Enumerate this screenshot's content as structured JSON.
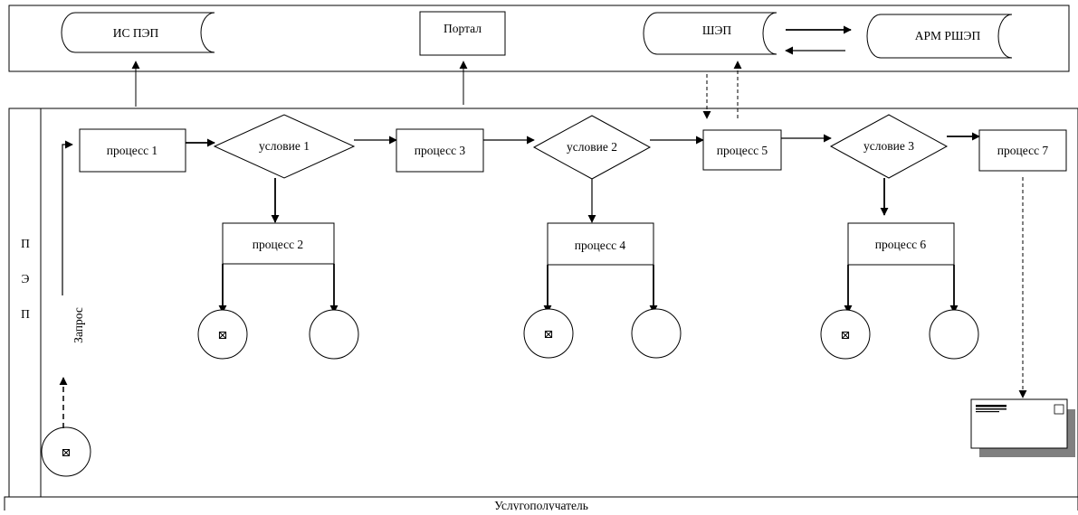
{
  "systems": {
    "is_pep": "ИС ПЭП",
    "portal": "Портал",
    "shep": "ШЭП",
    "arm_rshep": "АРМ РШЭП"
  },
  "lane": {
    "title_letters": [
      "П",
      "Э",
      "П"
    ],
    "request_label": "Запрос",
    "bottom_label": "Услугополучатель"
  },
  "process": {
    "p1": "процесс 1",
    "p2": "процесс 2",
    "p3": "процесс 3",
    "p4": "процесс 4",
    "p5": "процесс 5",
    "p6": "процесс 6",
    "p7": "процесс 7"
  },
  "conditions": {
    "c1": "условие 1",
    "c2": "условие 2",
    "c3": "условие 3"
  },
  "glyphs": {
    "boxed_x": "⊠"
  }
}
